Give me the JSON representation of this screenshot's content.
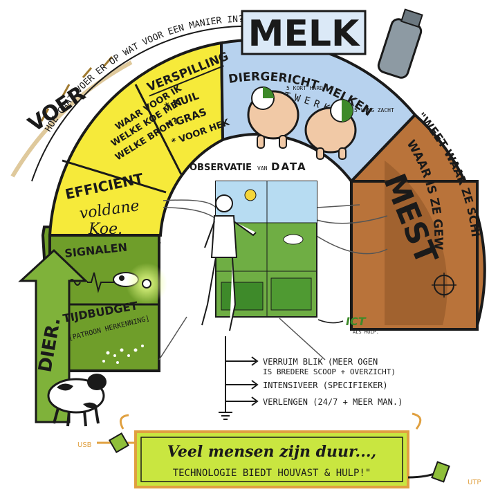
{
  "top_question": "HOE GAAT VOER ER OP WAT VOOR EEN MANIER IN?",
  "segments": {
    "melk": {
      "title": "MELK",
      "line1": "DIERGERICHT MELKEN",
      "line2": "MAATWERK.",
      "label_short_hard": "5 KORT HARD",
      "label_lang_zacht": "5 LANG ZACHT",
      "color": "#b7d2ee"
    },
    "voer": {
      "title": "VOER",
      "verspilling_title": "VERSPILLING",
      "verspilling_items": [
        "* KUIL",
        "* GRAS",
        "* VOOR HEK"
      ],
      "waar_lines": [
        "WAAR VOOR IK",
        "WELKE KOE MET",
        "WELKE BRON?"
      ],
      "efficient_title": "EFFICIENT",
      "efficient_sub": [
        "voldane",
        "Koe."
      ],
      "color": "#f6ea3a"
    },
    "mest": {
      "title": "MEST",
      "quote_outer": "\"WEET WAAR ZE SCHIJTEN\"",
      "quote_inner": "WAAR IS ZE GEWEEST.",
      "color": "#b9733a"
    },
    "dier": {
      "title": "DIER.",
      "signalen": "SIGNALEN",
      "tijdbudget": "TIJDBUDGET",
      "patroon": "[PATROON HERKENNING]",
      "color": "#6f9e2a"
    }
  },
  "center": {
    "title_part1": "OBSERVATIE",
    "title_part2": "VAN",
    "title_part3": "DATA",
    "ict": "ICT",
    "ict_sub": "ALS HULP."
  },
  "benefits": [
    "VERRUIM BLIK (MEER OGEN",
    "IS BREDERE SCOOP + OVERZICHT)",
    "INTENSIVEER (SPECIFIEKER)",
    "VERLENGEN (24/7 + MEER MAN.)"
  ],
  "banner": {
    "line1": "Veel mensen zijn duur...,",
    "line2": "TECHNOLOGIE BIEDT HOUVAST & HULP!\"",
    "color": "#c9e640"
  },
  "connectors": {
    "usb": "USB",
    "utp": "UTP"
  },
  "colors": {
    "ink": "#1a1a1a",
    "arrow_green": "#7fb23a",
    "screen_green": "#5aa03a"
  }
}
